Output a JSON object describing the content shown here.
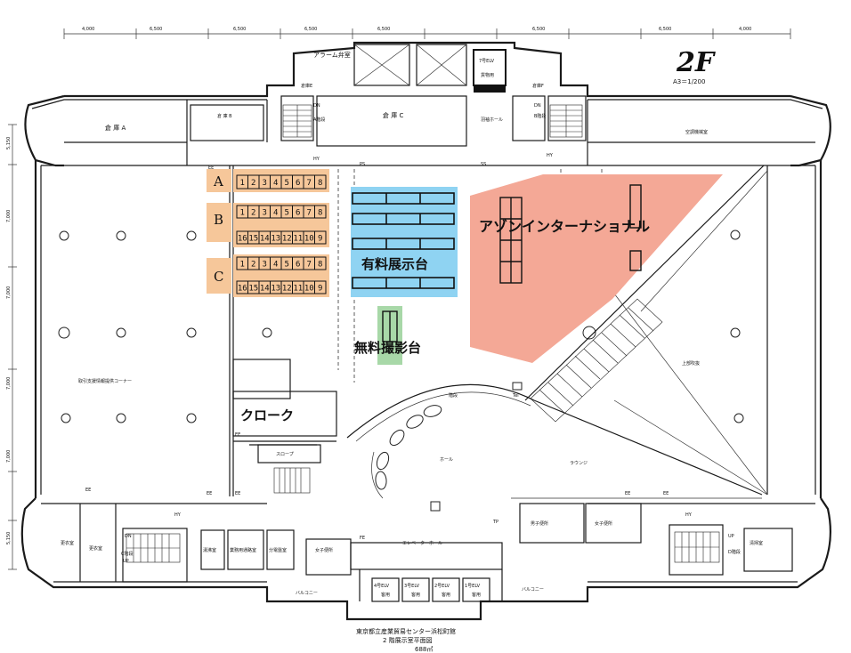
{
  "floor_label": "2F",
  "scale_label": "A3＝1/200",
  "dimensions": [
    "4,000",
    "6,500",
    "6,500",
    "6,500",
    "6,500",
    "6,500",
    "6,500",
    "4,000"
  ],
  "side_dimensions": [
    "5,150",
    "7,000",
    "7,000",
    "7,000",
    "7,000",
    "5,150"
  ],
  "footer": {
    "line1": "東京都立産業貿易センター浜松町館",
    "line2": "2 階展示室平面図",
    "line3": "688㎡"
  },
  "zones": {
    "block_a": {
      "label": "A",
      "booths": [
        "1",
        "2",
        "3",
        "4",
        "5",
        "6",
        "7",
        "8"
      ],
      "color": "#f6c79a"
    },
    "block_b": {
      "label": "B",
      "booths_top": [
        "1",
        "2",
        "3",
        "4",
        "5",
        "6",
        "7",
        "8"
      ],
      "booths_bottom": [
        "16",
        "15",
        "14",
        "13",
        "12",
        "11",
        "10",
        "9"
      ],
      "color": "#f6c79a"
    },
    "block_c": {
      "label": "C",
      "booths_top": [
        "1",
        "2",
        "3",
        "4",
        "5",
        "6",
        "7",
        "8"
      ],
      "booths_bottom": [
        "16",
        "15",
        "14",
        "13",
        "12",
        "11",
        "10",
        "9"
      ],
      "color": "#f6c79a"
    },
    "paid_display": {
      "label": "有料展示台",
      "color": "#8fd3f2"
    },
    "free_photo": {
      "label": "無料撮影台",
      "color": "#a8d8a8"
    },
    "azone": {
      "label": "アゾンインターナショナル",
      "color": "#f4a896"
    }
  },
  "rooms": {
    "alarm_valve": "アラーム弁室",
    "storage_a": "倉 庫 A",
    "storage_b": "倉 庫 B",
    "storage_c": "倉 庫 C",
    "storage_e": "倉庫E",
    "storage_f": "倉庫F",
    "elv7": "7号ELV",
    "elv7_sub": "貨物用",
    "stair_a": "A階段",
    "stair_b": "B階段",
    "stair_c": "C階段",
    "stair_d": "D階段",
    "wing_hall": "羽袖ホール",
    "hvac": "空調機械室",
    "info_corner": "取引支援情報提供コーナー",
    "cloak": "クローク",
    "slope": "スロープ",
    "hall": "ホール",
    "lounge": "ラウンジ",
    "upper_void": "上部吹抜",
    "elevator_hall": "エレベーターホール",
    "mens_wc": "男子便所",
    "womens_wc": "女子便所",
    "womens_wc2": "女子便所",
    "changing1": "更衣室",
    "changing2": "更衣室",
    "hot_water": "湯沸室",
    "staff_room": "業務用通路室",
    "splitter_room": "分電盤室",
    "cleaning": "清掃室",
    "balcony_left": "バルコニー",
    "balcony_right": "バルコニー",
    "elevators": [
      "4号ELV",
      "3号ELV",
      "2号ELV",
      "1号ELV"
    ],
    "elevator_sub": "客用",
    "stairs_a_label": "階段"
  },
  "markers": {
    "ee": "EE",
    "dn": "DN",
    "up": "UP",
    "ps": "PS",
    "ss": "SS",
    "hy": "HY",
    "fe": "FE",
    "tel": "Tel",
    "tp": "TP"
  }
}
